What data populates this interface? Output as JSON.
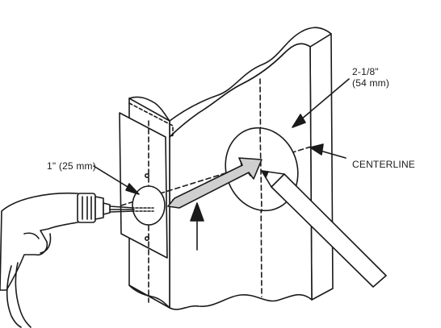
{
  "labels": {
    "small_hole": "1\" (25 mm)",
    "large_hole_line1": "2-1/8\"",
    "large_hole_line2": "(54 mm)",
    "centerline": "CENTERLINE"
  },
  "colors": {
    "ink": "#1a1a1a",
    "paper": "#ffffff",
    "arrow_fill": "#cfcfcf"
  },
  "icons": {
    "drill": "drill-icon",
    "pencil": "pencil-icon",
    "door": "door-edge-icon"
  }
}
